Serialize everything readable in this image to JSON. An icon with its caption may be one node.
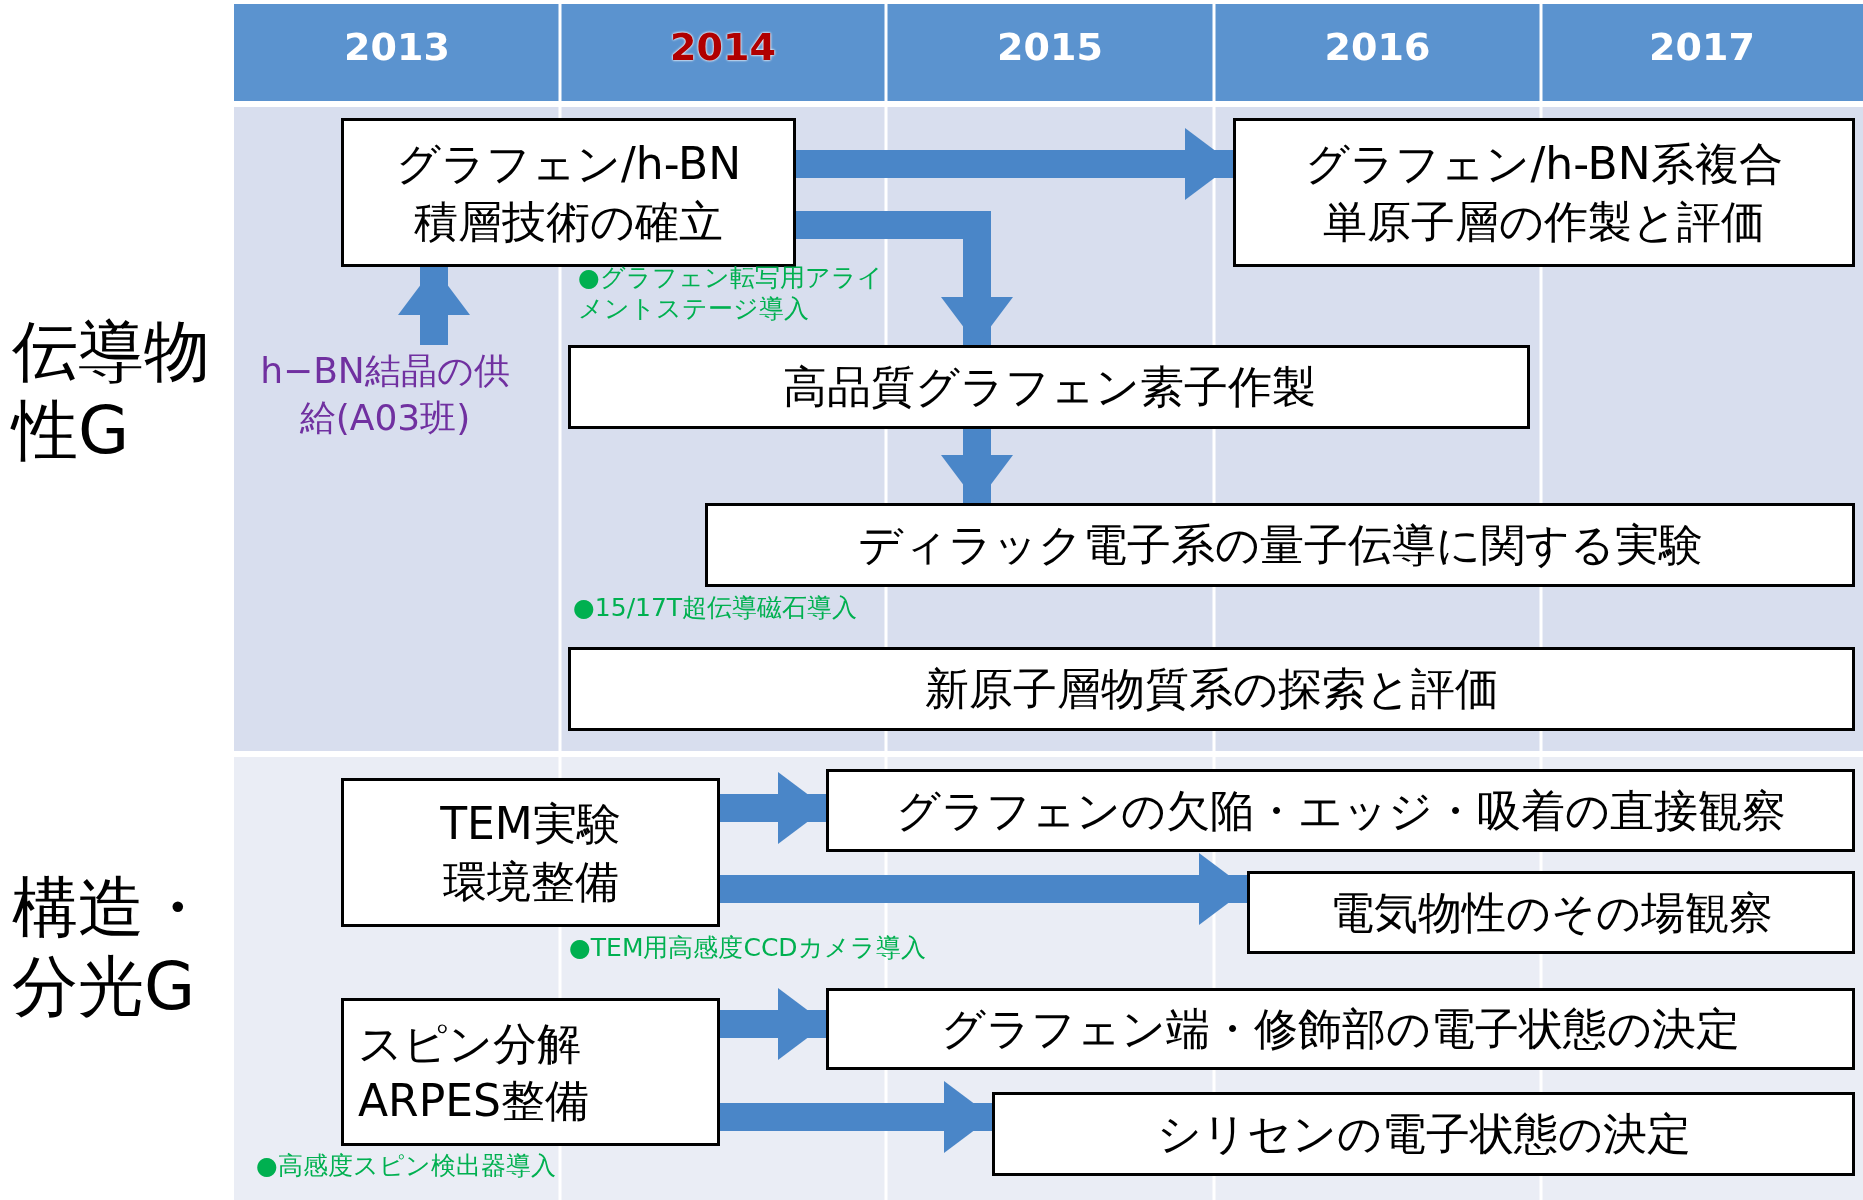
{
  "diagram": {
    "nodes": [
      {
        "text": [
          "グラフェン/h-BN積層技術の確立"
        ]
      },
      {
        "text": [
          "グラフェン/h-BN系複合単原子層の作製と評価"
        ]
      },
      {
        "text": [
          "h−BN結晶の供給(A03班)"
        ]
      },
      {
        "text": [
          "高品質グラフェン素子作製"
        ]
      },
      {
        "text": [
          "ディラック電子系の量子伝導に関する実験"
        ]
      },
      {
        "text": [
          "新原子層物質系の探索と評価"
        ]
      },
      {
        "text": [
          "TEM実験環境整備"
        ]
      },
      {
        "text": [
          "グラフェンの欠陥・エッジ・吸着の直接観察"
        ]
      },
      {
        "text": [
          "電気物性のその場観察"
        ]
      },
      {
        "text": [
          "スピン分解ARPES整備"
        ]
      },
      {
        "text": [
          "グラフェン端・修飾部の電子状態の決定"
        ]
      },
      {
        "text": [
          "シリセンの電子状態の決定"
        ]
      }
    ],
    "edges": [
      {
        "from": 2,
        "to": 0,
        "arrow": "to"
      },
      {
        "from": 0,
        "to": 1,
        "arrow": "to"
      },
      {
        "from": 0,
        "to": 3,
        "arrow": "to"
      },
      {
        "from": 3,
        "to": 4,
        "arrow": "to"
      },
      {
        "from": 6,
        "to": 7,
        "arrow": "to"
      },
      {
        "from": 6,
        "to": 8,
        "arrow": "to"
      },
      {
        "from": 9,
        "to": 10,
        "arrow": "to"
      },
      {
        "from": 9,
        "to": 11,
        "arrow": "to"
      }
    ],
    "labels": [
      "2013",
      "2014",
      "2015",
      "2016",
      "2017",
      "伝導物性G",
      "●グラフェン転写用アライメントステージ導入",
      "●15/17T超伝導磁石導入",
      "構造・分光G",
      "●TEM用高感度CCDカメラ導入",
      "●高感度スピン検出器導入"
    ]
  }
}
